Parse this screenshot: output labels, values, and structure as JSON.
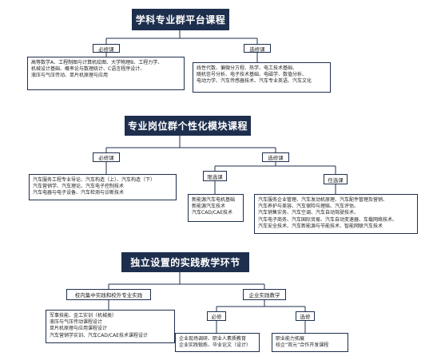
{
  "section1": {
    "title": "学科专业群平台课程",
    "required_label": "必修课",
    "elective_label": "选修课",
    "required_lines": [
      "高等数学A、工程制图与计算机绘图、大学物理B、工程力学、",
      "机械设计基础、概率论与数理统计、C语言程序设计、",
      "液压与气压传动、单片机原理与应用"
    ],
    "elective_lines": [
      "线性代数、偏微分方程、热学、电工技术基础、",
      "随机信号分析、电子技术基础、电磁学、数值分析、",
      "电动力学、汽车传感器技术、汽车专业英语、汽车文化"
    ]
  },
  "section2": {
    "title": "专业岗位群个性化模块课程",
    "required_label": "必修课",
    "elective_label": "选修课",
    "limited_label": "限选课",
    "optional_label": "任选课",
    "required_lines": [
      "汽车服务工程专业导论、汽车构造（上）、汽车构造（下）",
      "汽车营销学、汽车理论、汽车电子控制技术",
      "汽车电器与电子设备、汽车检测与诊断技术"
    ],
    "limited_lines": [
      "新能源汽车电机基础",
      "新能源汽车技术",
      "汽车CAD/CAE技术"
    ],
    "optional_lines": [
      "汽车服务企业管理、汽车发动机原理、汽车配件管理及营销、",
      "汽车养护与美容、汽车保险与理赔、汽车评估、",
      "汽车销售实务、汽车空调、汽车自动驾驶技术、",
      "汽车电子商务、汽车国际贸易、汽车自动变速器、车载网络技术、",
      "汽车安全技术、汽车新能源与节能技术、智能网联汽车技术"
    ]
  },
  "section3": {
    "title": "独立设置的实践教学环节",
    "campus_label": "校内集中实践和校外专业实践",
    "enterprise_label": "企业实践教学",
    "required_label": "必修",
    "elective_label": "选修",
    "campus_lines": [
      "军事技能、金工实训（机械类）",
      "液压与气压传动课程设计",
      "单片机原理与应用课程设计",
      "汽车营销学实训、汽车CAD/CAE技术课程设计"
    ],
    "enterprise_required_lines": [
      "企业现场调研、职业人素质教育",
      "企业实践锻炼、毕业论文（设计）"
    ],
    "enterprise_elective_lines": [
      "职业能力拓展",
      "校企“双元”合作开发课程"
    ]
  },
  "colors": {
    "navy": "#1e2f4d",
    "border": "#1e2f4d"
  }
}
